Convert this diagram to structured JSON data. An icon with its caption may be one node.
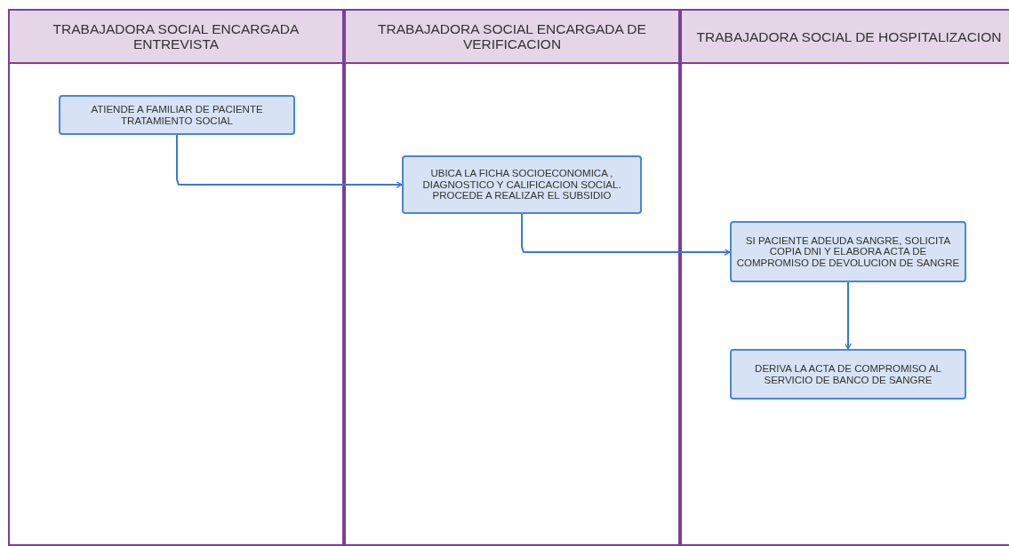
{
  "diagram": {
    "nodes": [
      {
        "text": [
          "TRABAJADORA SOCIAL ENCARGADA ENTREVISTA"
        ]
      },
      {
        "text": [
          "TRABAJADORA SOCIAL ENCARGADA DE VERIFICACION"
        ]
      },
      {
        "text": [
          "TRABAJADORA SOCIAL DE HOSPITALIZACION"
        ]
      },
      {
        "text": [
          "ATIENDE A FAMILIAR DE PACIENTE TRATAMIENTO SOCIAL"
        ],
        "in": 0
      },
      {
        "text": [
          "UBICA LA FICHA SOCIOECONOMICA , DIAGNOSTICO Y CALIFICACION SOCIAL. PROCEDE A REALIZAR EL SUBSIDIO"
        ],
        "in": 1
      },
      {
        "text": [
          "SI PACIENTE ADEUDA SANGRE, SOLICITA COPIA DNI Y ELABORA ACTA DE COMPROMISO DE DEVOLUCION DE SANGRE"
        ],
        "in": 2
      },
      {
        "text": [
          "DERIVA LA ACTA DE COMPROMISO AL SERVICIO DE BANCO DE SANGRE"
        ],
        "in": 2
      }
    ],
    "edges": [
      {
        "from": 3,
        "to": 4,
        "arrow": "to"
      },
      {
        "from": 4,
        "to": 5,
        "arrow": "to"
      },
      {
        "from": 5,
        "to": 6,
        "arrow": "to"
      }
    ]
  }
}
